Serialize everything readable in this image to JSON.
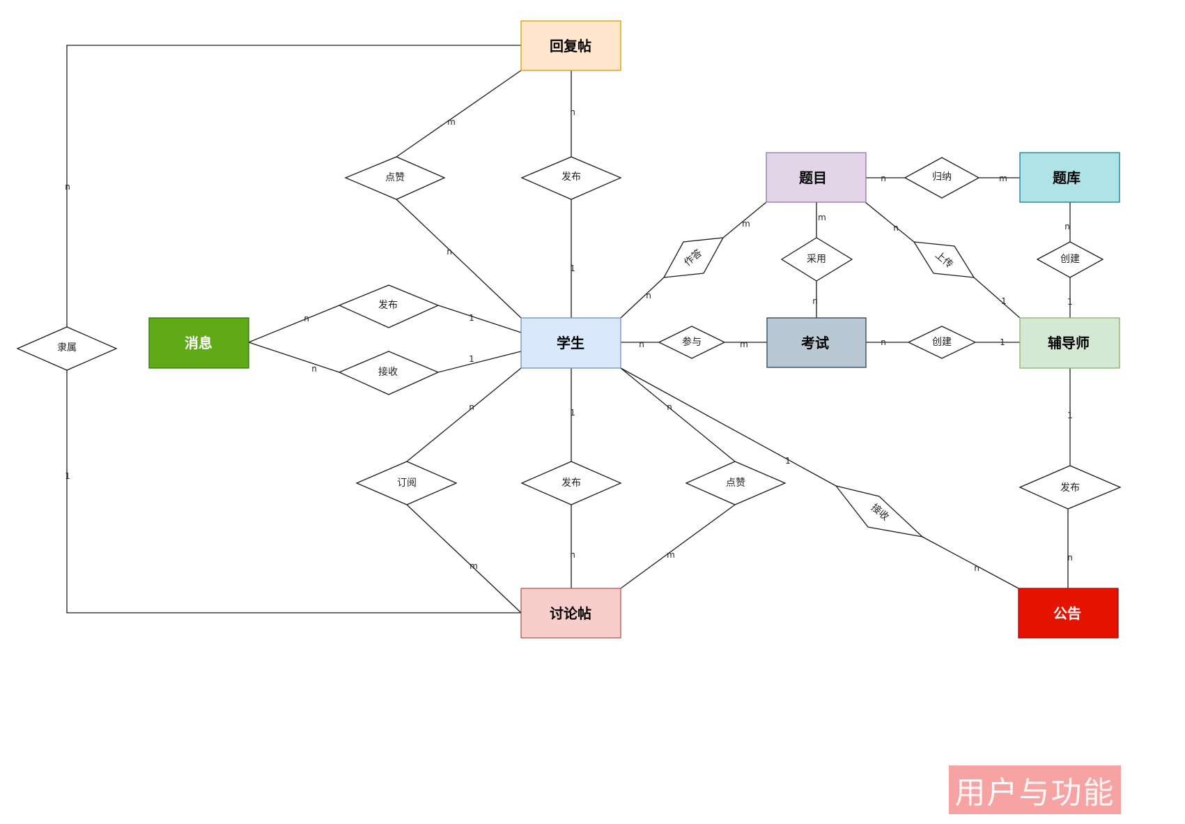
{
  "entities": {
    "reply_post": {
      "label": "回复帖",
      "fill": "#ffe6cc",
      "stroke": "#d79b00",
      "text": "#000000"
    },
    "student": {
      "label": "学生",
      "fill": "#dae8fc",
      "stroke": "#6c8ebf",
      "text": "#000000"
    },
    "message": {
      "label": "消息",
      "fill": "#60a917",
      "stroke": "#2d7600",
      "text": "#ffffff"
    },
    "discussion_post": {
      "label": "讨论帖",
      "fill": "#f8cecc",
      "stroke": "#b85450",
      "text": "#000000"
    },
    "question": {
      "label": "题目",
      "fill": "#e1d5e7",
      "stroke": "#9673a6",
      "text": "#000000"
    },
    "question_bank": {
      "label": "题库",
      "fill": "#b0e3e6",
      "stroke": "#0e8088",
      "text": "#000000"
    },
    "exam": {
      "label": "考试",
      "fill": "#bac8d3",
      "stroke": "#23445d",
      "text": "#000000"
    },
    "tutor": {
      "label": "辅导师",
      "fill": "#d5e8d4",
      "stroke": "#82b366",
      "text": "#000000"
    },
    "notice": {
      "label": "公告",
      "fill": "#e51400",
      "stroke": "#b20000",
      "text": "#ffffff"
    }
  },
  "relationships": {
    "like_reply": "点赞",
    "publish_reply": "发布",
    "belong": "隶属",
    "publish_message": "发布",
    "receive_message": "接收",
    "answer": "作答",
    "adopt": "采用",
    "upload": "上传",
    "summarize": "归纳",
    "create_bank": "创建",
    "join_exam": "参与",
    "create_exam": "创建",
    "subscribe": "订阅",
    "publish_discussion": "发布",
    "like_discussion": "点赞",
    "receive_notice": "接收",
    "publish_notice": "发布"
  },
  "cardinalities": {
    "reply_like_m": "m",
    "reply_publish_n": "n",
    "reply_belong_n": "n",
    "student_like_n": "n",
    "student_publish_reply_1": "1",
    "message_publish_n": "n",
    "student_publish_message_1": "1",
    "message_receive_n": "n",
    "student_receive_message_1": "1",
    "student_answer_n": "n",
    "question_answer_m": "m",
    "question_adopt_m": "m",
    "exam_adopt_n": "n",
    "question_upload_n": "n",
    "tutor_upload_1": "1",
    "question_summarize_n": "n",
    "bank_summarize_m": "m",
    "bank_create_n": "n",
    "tutor_create_bank_1": "1",
    "student_join_n": "n",
    "exam_join_m": "m",
    "exam_create_n": "n",
    "tutor_create_exam_1": "1",
    "student_subscribe_n": "n",
    "discussion_subscribe_m": "m",
    "student_publish_disc_1": "1",
    "discussion_publish_n": "n",
    "student_like_disc_n": "n",
    "discussion_like_m": "m",
    "student_receive_notice_1": "1",
    "notice_receive_n": "n",
    "tutor_publish_notice_1": "1",
    "notice_publish_n": "n",
    "discussion_belong_1": "1"
  },
  "tag": {
    "label": "用户与功能"
  }
}
